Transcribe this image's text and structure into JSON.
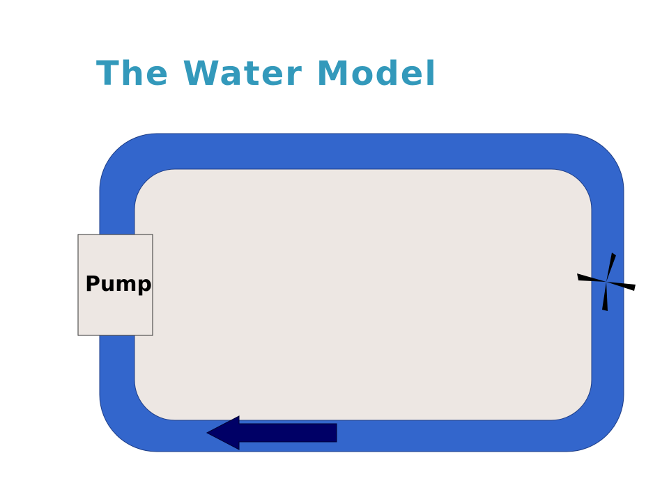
{
  "title": "The Water Model",
  "pump": {
    "label": "Pump"
  },
  "colors": {
    "title": "#3399bb",
    "pipe": "#3366cc",
    "inner": "#ede7e3",
    "arrow": "#000066",
    "turbine": "#000000"
  },
  "elements": {
    "pipe": "water-pipe-loop",
    "pump": "pump-box",
    "turbine": "turbine-icon",
    "flow_arrow": "flow-direction-arrow-left"
  }
}
